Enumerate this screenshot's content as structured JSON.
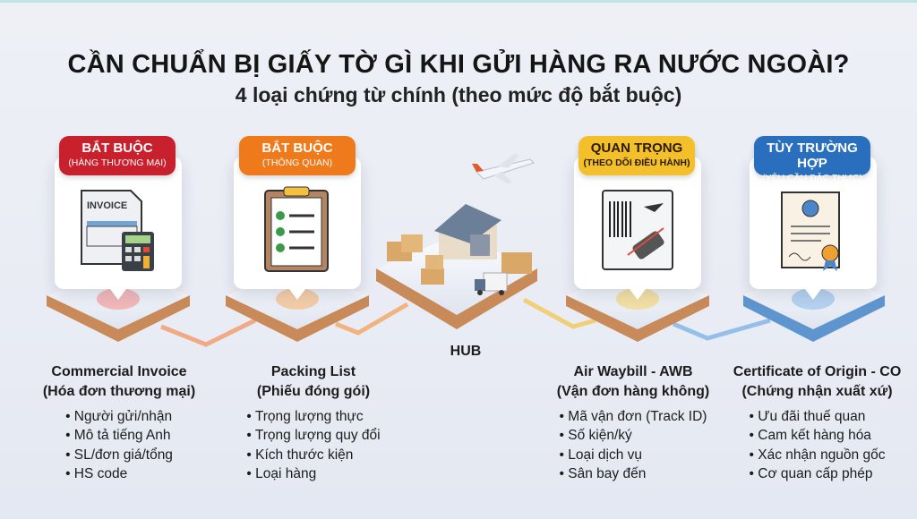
{
  "title": "CẦN CHUẨN BỊ GIẤY TỜ GÌ KHI GỬI HÀNG RA NƯỚC NGOÀI?",
  "subtitle": "4 loại chứng từ chính (theo mức độ bắt buộc)",
  "hub_label": "HUB",
  "colors": {
    "red": "#c8202c",
    "orange": "#ee7a1c",
    "yellow": "#f3bf2a",
    "blue": "#2a6fbd"
  },
  "documents": [
    {
      "badge": "BẮT BUỘC",
      "badge_sub": "(HÀNG THƯƠNG MẠI)",
      "icon": "invoice-calculator-icon",
      "icon_text": "INVOICE",
      "name": "Commercial Invoice",
      "name_vi": "(Hóa đơn thương mại)",
      "items": [
        "Người gửi/nhận",
        "Mô tả tiếng Anh",
        "SL/đơn giá/tổng",
        "HS code"
      ]
    },
    {
      "badge": "BẮT BUỘC",
      "badge_sub": "(THÔNG QUAN)",
      "icon": "clipboard-checklist-icon",
      "name": "Packing List",
      "name_vi": "(Phiếu đóng gói)",
      "items": [
        "Trọng lượng thực",
        "Trọng lượng quy đổi",
        "Kích thước kiện",
        "Loại hàng"
      ]
    },
    {
      "badge": "QUAN TRỌNG",
      "badge_sub": "(THEO DÕI ĐIỀU HÀNH)",
      "icon": "barcode-scanner-icon",
      "name": "Air Waybill - AWB",
      "name_vi": "(Vận đơn hàng không)",
      "items": [
        "Mã vận đơn (Track ID)",
        "Số kiện/ký",
        "Loại dịch vụ",
        "Sân bay đến"
      ]
    },
    {
      "badge": "TÙY TRƯỜNG HỢP",
      "badge_sub": "(YÊU CẦU ĐẶC THỰC)",
      "icon": "certificate-icon",
      "name": "Certificate of Origin - CO",
      "name_vi": "(Chứng nhận xuất xứ)",
      "items": [
        "Ưu đãi thuế quan",
        "Cam kết hàng hóa",
        "Xác nhận nguồn gốc",
        "Cơ quan cấp phép"
      ]
    }
  ]
}
